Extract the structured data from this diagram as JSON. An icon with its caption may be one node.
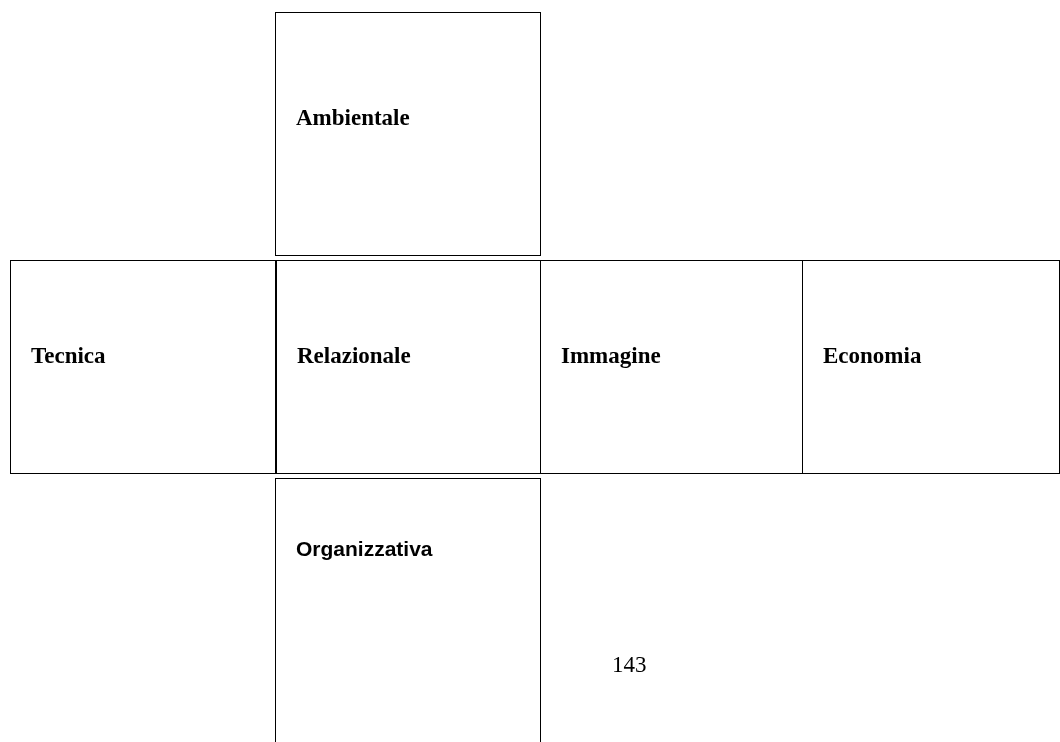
{
  "diagram": {
    "nodes": [
      {
        "text": [
          "Ambientale"
        ]
      },
      {
        "text": [
          "Tecnica"
        ]
      },
      {
        "text": [
          "Relazionale"
        ]
      },
      {
        "text": [
          "Immagine"
        ]
      },
      {
        "text": [
          "Economia"
        ]
      },
      {
        "text": [
          "Organizzativa"
        ]
      }
    ],
    "labels": [
      "143"
    ]
  }
}
